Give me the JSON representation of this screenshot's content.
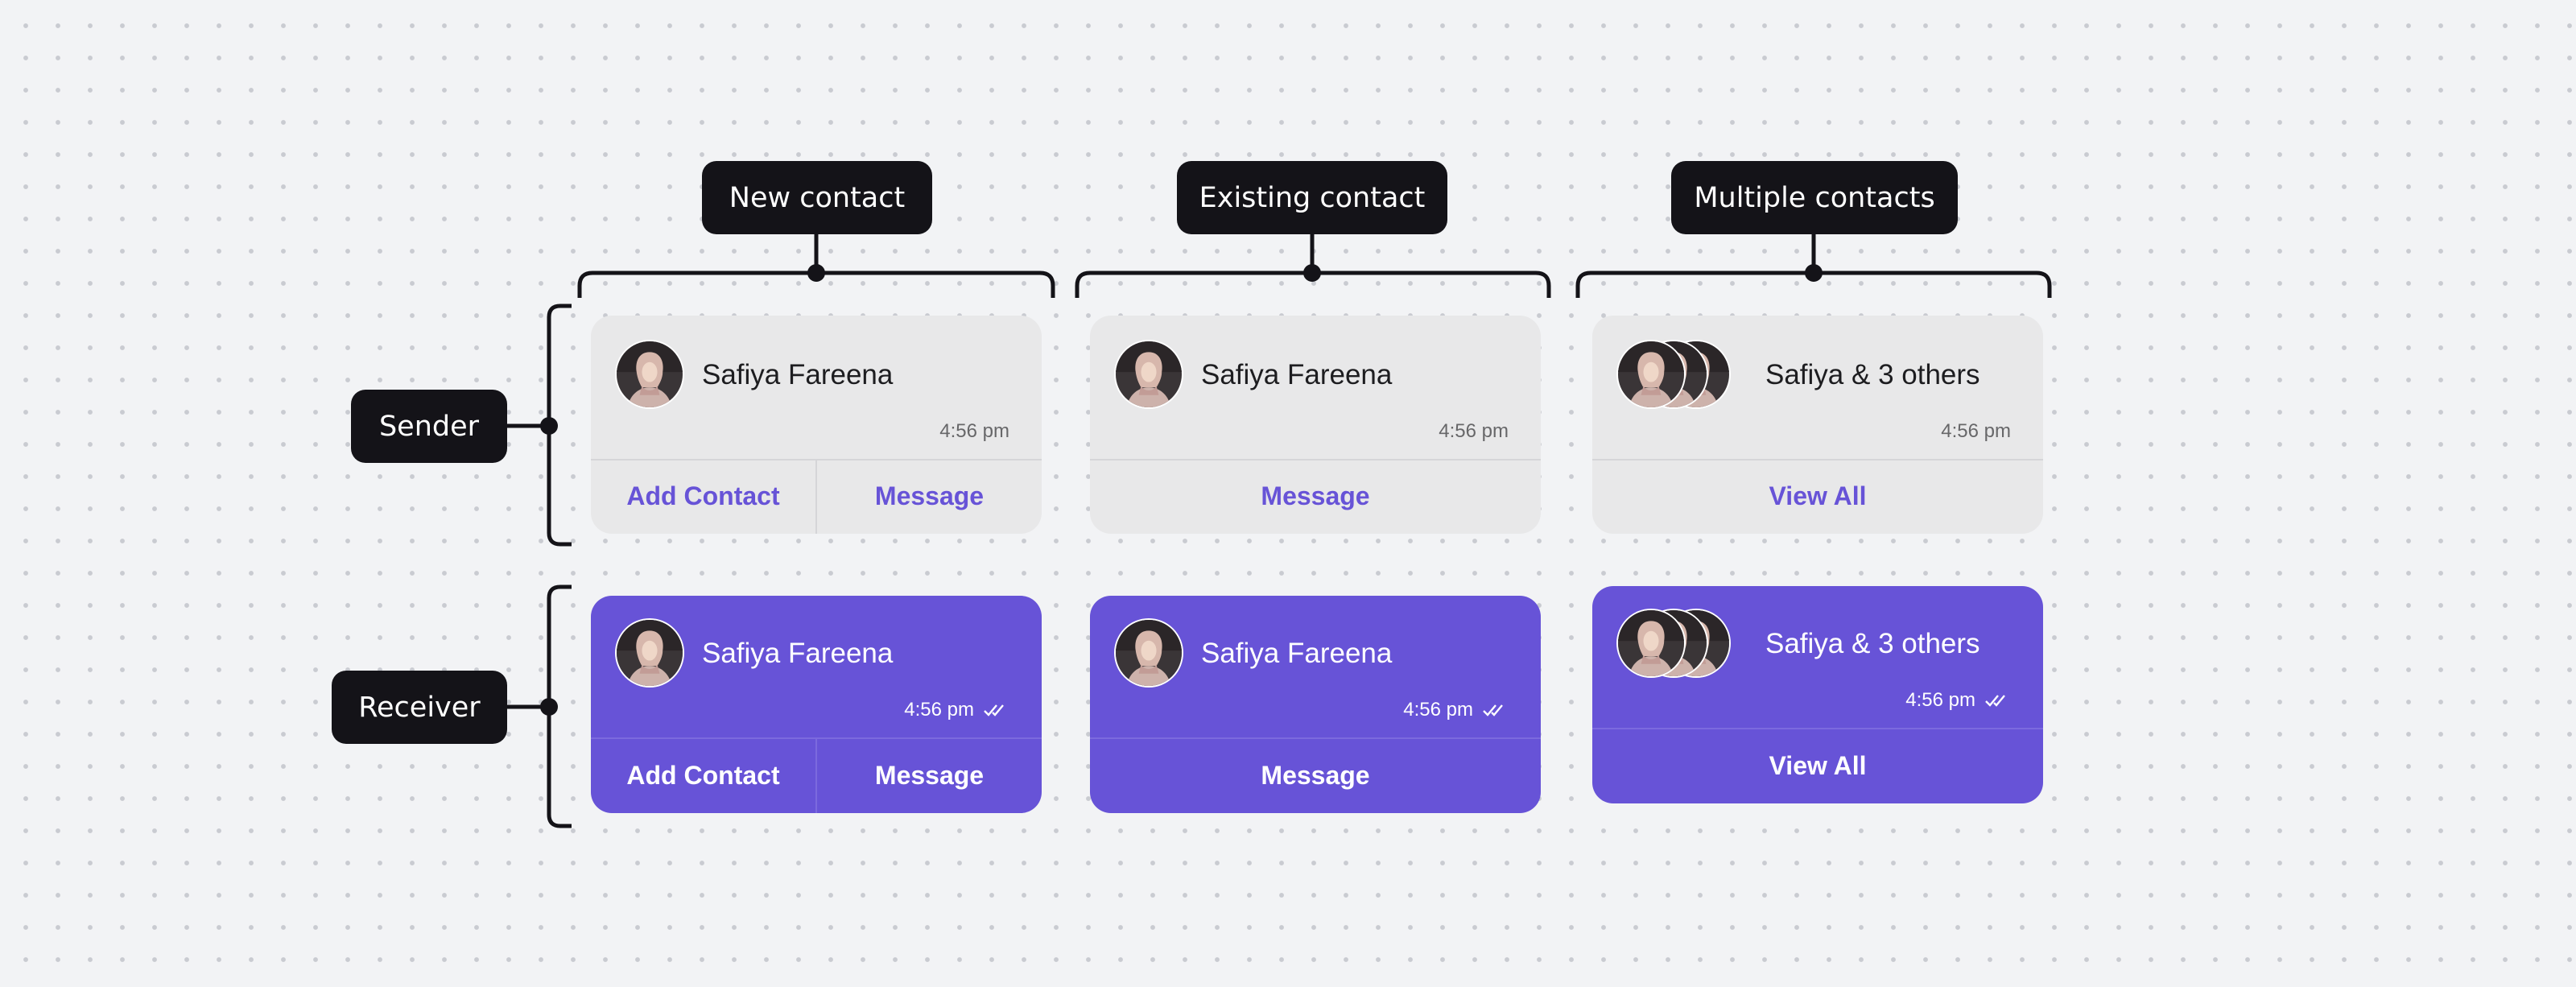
{
  "columns": {
    "new": "New contact",
    "existing": "Existing contact",
    "multiple": "Multiple contacts"
  },
  "rows": {
    "sender": "Sender",
    "receiver": "Receiver"
  },
  "contact_name": "Safiya Fareena",
  "group_name": "Safiya & 3 others",
  "time": "4:56 pm",
  "actions": {
    "add_contact": "Add Contact",
    "message": "Message",
    "view_all": "View All"
  },
  "colors": {
    "label_bg": "#141318",
    "sender_bubble": "#e8e8e9",
    "receiver_bubble": "#6753d7",
    "accent": "#6753d7"
  },
  "icons": {
    "avatar": "person-avatar-icon",
    "read_receipt": "double-check-icon"
  }
}
